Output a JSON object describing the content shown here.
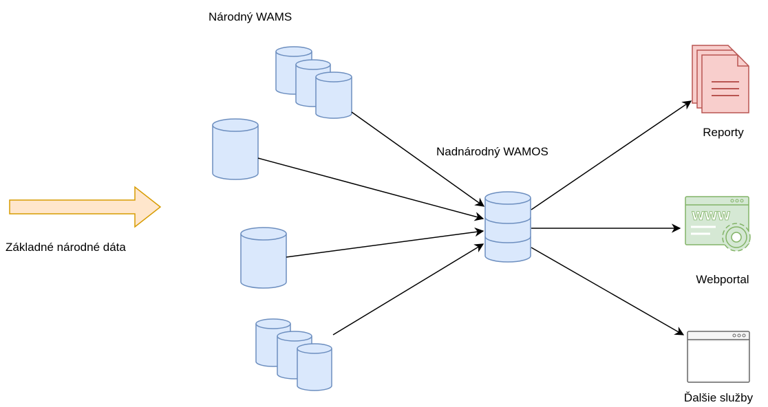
{
  "labels": {
    "national_wams": "Národný WAMS",
    "supranational_wamos": "Nadnárodný WAMOS",
    "basic_national_data": "Základné národné dáta",
    "reports": "Reporty",
    "webportal": "Webportal",
    "other_services": "Ďalšie služby"
  },
  "icons": {
    "database": "database-icon",
    "report": "document-stack-icon",
    "webportal": "www-gear-icon",
    "browser": "browser-window-icon",
    "arrow": "block-arrow-right-icon"
  },
  "icon_text": {
    "www": "WWW"
  },
  "colors": {
    "db_fill": "#dae8fc",
    "db_stroke": "#6c8ebf",
    "report_fill": "#f8cecc",
    "report_stroke": "#b85450",
    "web_fill": "#d5e8d4",
    "web_stroke": "#82b366",
    "arrow_fill": "#ffe6cc",
    "arrow_stroke": "#d79b00",
    "browser_fill": "#f5f5f5",
    "browser_stroke": "#666666",
    "edge": "#000000"
  }
}
